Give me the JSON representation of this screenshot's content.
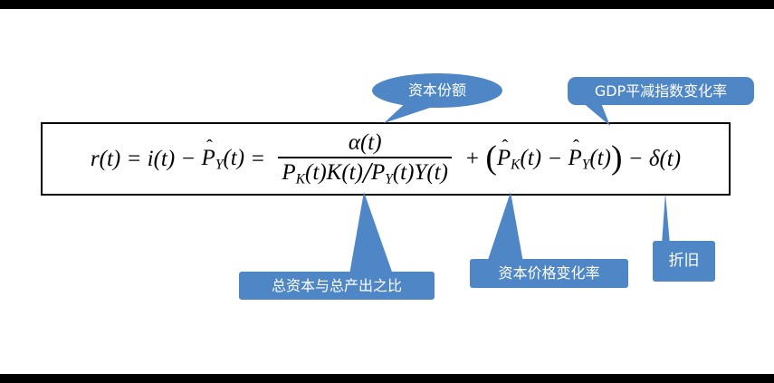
{
  "colors": {
    "callout_fill": "#4f86c6",
    "callout_text": "#ffffff",
    "formula_text": "#000000"
  },
  "callouts": {
    "capital_share": "资本份额",
    "gdp_deflator": "GDP平减指数变化率",
    "capital_output_ratio": "总资本与总产出之比",
    "capital_price_change": "资本价格变化率",
    "depreciation": "折旧"
  },
  "formula": {
    "seg1": "r(t) = i(t) − ",
    "P": "P",
    "hat": "ˆ",
    "subY": "Y",
    "subK": "K",
    "t": "(t)",
    "eq2": " = ",
    "numerator": "α(t)",
    "denKrest": "(t)K(t)",
    "slash": "/",
    "denYrest": "(t)Y(t)",
    "plus": " + ",
    "open": "(",
    "minus": " − ",
    "close": ")",
    "minus2": " − ",
    "delta": "δ(t)"
  }
}
